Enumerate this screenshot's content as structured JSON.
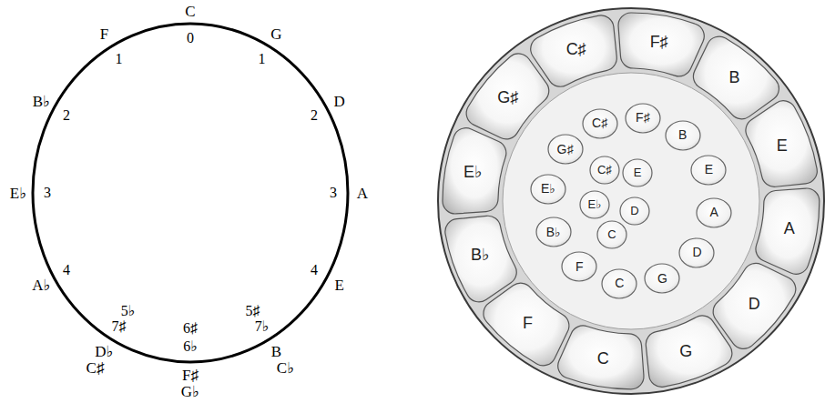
{
  "diagram": {
    "nodes": [
      {
        "text": [
          "C♯"
        ]
      },
      {
        "text": [
          "F♯"
        ]
      },
      {
        "text": [
          "B"
        ]
      },
      {
        "text": [
          "E"
        ]
      },
      {
        "text": [
          "A"
        ]
      },
      {
        "text": [
          "D"
        ]
      },
      {
        "text": [
          "G"
        ]
      },
      {
        "text": [
          "C"
        ]
      },
      {
        "text": [
          "F"
        ]
      },
      {
        "text": [
          "B♭"
        ]
      },
      {
        "text": [
          "E♭"
        ]
      },
      {
        "text": [
          "G♯"
        ]
      },
      {
        "text": [
          "C♯"
        ]
      },
      {
        "text": [
          "F♯"
        ]
      },
      {
        "text": [
          "B"
        ]
      },
      {
        "text": [
          "E"
        ]
      },
      {
        "text": [
          "A"
        ]
      },
      {
        "text": [
          "D"
        ]
      },
      {
        "text": [
          "G"
        ]
      },
      {
        "text": [
          "C"
        ]
      },
      {
        "text": [
          "F"
        ]
      },
      {
        "text": [
          "B♭"
        ]
      },
      {
        "text": [
          "E♭"
        ]
      },
      {
        "text": [
          "G♯"
        ]
      },
      {
        "text": [
          "C♯"
        ]
      },
      {
        "text": [
          "E"
        ]
      },
      {
        "text": [
          "E♭"
        ]
      },
      {
        "text": [
          "D"
        ]
      },
      {
        "text": [
          "C"
        ]
      }
    ],
    "labels": [
      "C",
      "0",
      "G",
      "1",
      "D",
      "2",
      "3",
      "A",
      "4",
      "E",
      "5♯",
      "7♭",
      "B",
      "C♭",
      "6♯",
      "6♭",
      "F♯",
      "G♭",
      "5♭",
      "7♯",
      "D♭",
      "C♯",
      "4",
      "A♭",
      "3",
      "E♭",
      "2",
      "B♭",
      "1",
      "F"
    ]
  }
}
